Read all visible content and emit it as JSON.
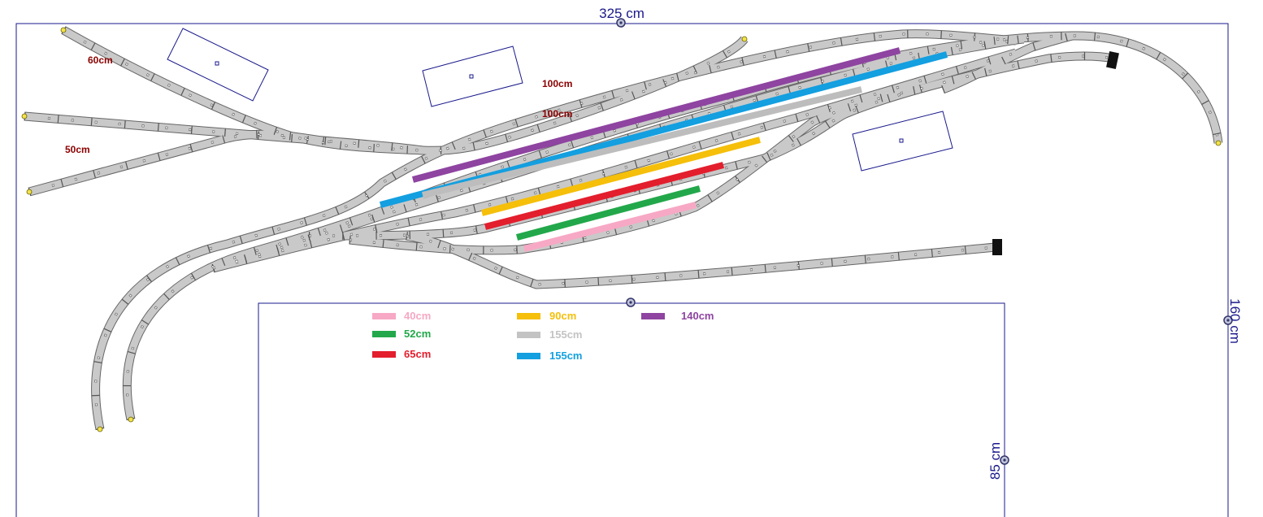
{
  "dimensions": {
    "width_label": "325 cm",
    "height_label": "160 cm",
    "inner_label": "85 cm"
  },
  "track_labels": [
    {
      "id": "siding_upper_left",
      "text": "60cm"
    },
    {
      "id": "siding_lower_left",
      "text": "50cm"
    },
    {
      "id": "long_upper",
      "text": "100cm"
    },
    {
      "id": "long_lower",
      "text": "100cm"
    }
  ],
  "legend": [
    {
      "text": "40cm",
      "color": "#f7a8c4"
    },
    {
      "text": "52cm",
      "color": "#22a84a"
    },
    {
      "text": "65cm",
      "color": "#e31e2d"
    },
    {
      "text": "90cm",
      "color": "#f5bf0a"
    },
    {
      "text": "155cm",
      "color": "#c3c3c3"
    },
    {
      "text": "155cm",
      "color": "#139fe0"
    },
    {
      "text": "140cm",
      "color": "#8e44a0"
    }
  ],
  "colors": {
    "frame": "#1a1a8c",
    "track_fill": "#c9c9c9",
    "track_edge": "#666666",
    "label_red": "#8b0000",
    "buffer": "#111111"
  }
}
